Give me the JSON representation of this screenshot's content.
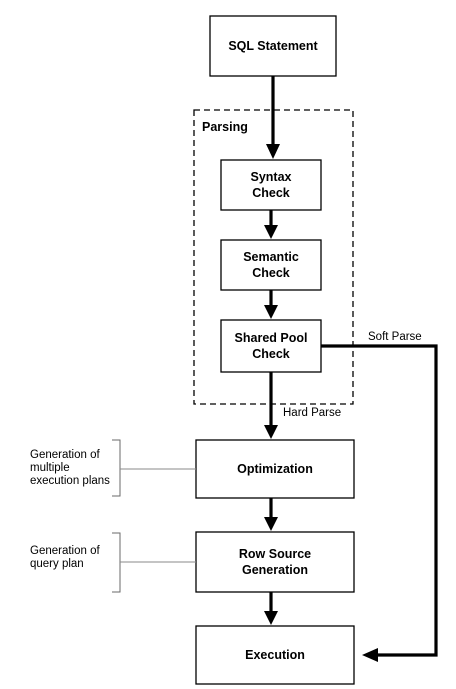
{
  "diagram": {
    "parsing_group_label": "Parsing",
    "boxes": {
      "sql_statement": [
        "SQL Statement"
      ],
      "syntax_check": [
        "Syntax",
        "Check"
      ],
      "semantic_check": [
        "Semantic",
        "Check"
      ],
      "shared_pool_check": [
        "Shared Pool",
        "Check"
      ],
      "optimization": [
        "Optimization"
      ],
      "row_source_generation": [
        "Row Source",
        "Generation"
      ],
      "execution": [
        "Execution"
      ]
    },
    "edge_labels": {
      "soft_parse": "Soft Parse",
      "hard_parse": "Hard Parse"
    },
    "annotations": {
      "optimization_note": [
        "Generation of",
        "multiple",
        "execution plans"
      ],
      "row_source_note": [
        "Generation of",
        "query plan"
      ]
    }
  }
}
